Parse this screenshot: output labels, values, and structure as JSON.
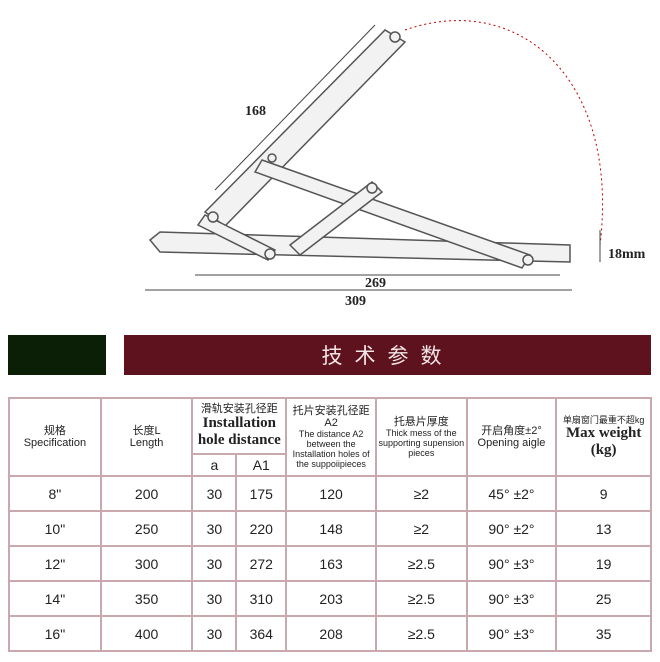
{
  "diagram": {
    "dim_arm": "168",
    "dim_height": "18mm",
    "dim_inner": "269",
    "dim_total": "309"
  },
  "banner": {
    "title": "技术参数"
  },
  "table": {
    "headers": {
      "spec_cn": "规格",
      "spec_en": "Specification",
      "length_cn": "长度L",
      "length_en": "Length",
      "install_cn": "滑轨安装孔径距",
      "install_en1": "Installation",
      "install_en2": "hole distance",
      "sub_a": "a",
      "sub_a1": "A1",
      "a2_cn": "托片安装孔径距A2",
      "a2_en": "The distance A2 between the Installation holes of the suppoiipieces",
      "thick_cn": "托悬片厚度",
      "thick_en": "Thick mess of the supporting supension pieces",
      "open_cn": "开启角度±2°",
      "open_en": "Opening aigle",
      "weight_cn": "单扇窗门最重不超kg",
      "weight_en1": "Max weight",
      "weight_en2": "(kg)"
    },
    "rows": [
      [
        "8\"",
        "200",
        "30",
        "175",
        "120",
        "≥2",
        "45°  ±2°",
        "9"
      ],
      [
        "10\"",
        "250",
        "30",
        "220",
        "148",
        "≥2",
        "90°  ±2°",
        "13"
      ],
      [
        "12\"",
        "300",
        "30",
        "272",
        "163",
        "≥2.5",
        "90°  ±3°",
        "19"
      ],
      [
        "14\"",
        "350",
        "30",
        "310",
        "203",
        "≥2.5",
        "90°  ±3°",
        "25"
      ],
      [
        "16\"",
        "400",
        "30",
        "364",
        "208",
        "≥2.5",
        "90°  ±3°",
        "35"
      ]
    ]
  },
  "colors": {
    "banner": "#5e121e",
    "green_block": "#0a1f05",
    "border": "#c9a8ae"
  }
}
